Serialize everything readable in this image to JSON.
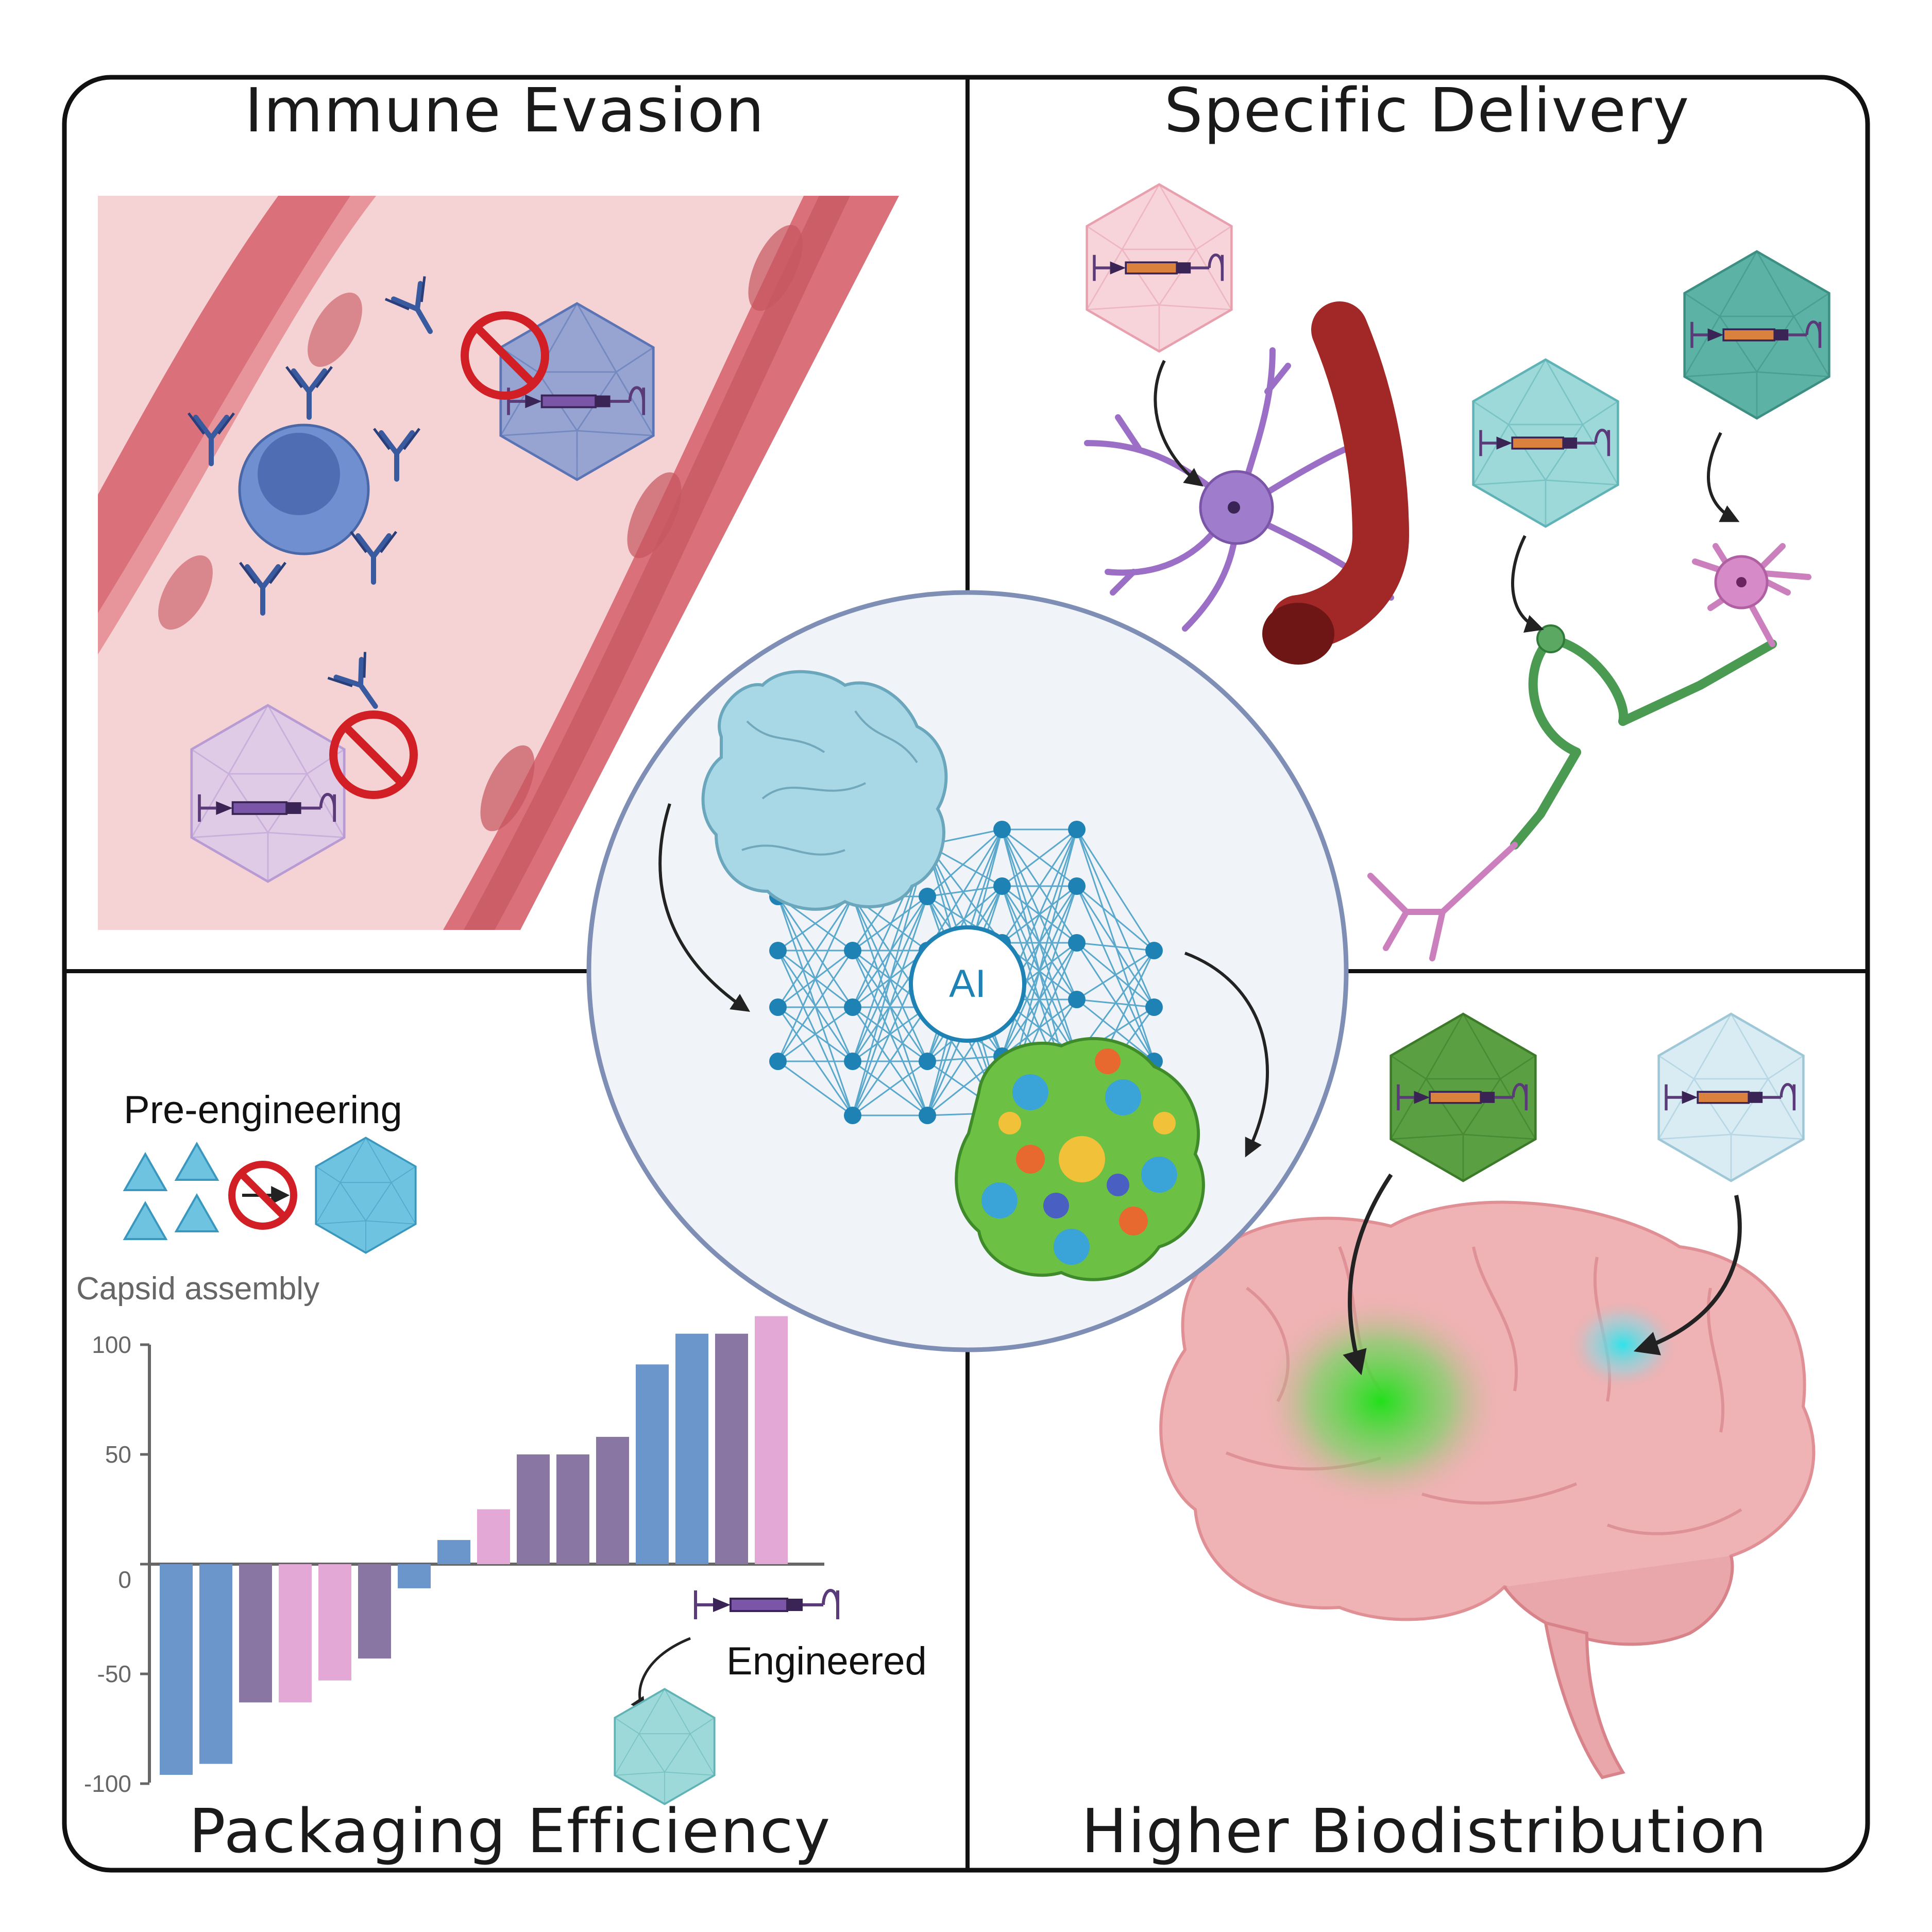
{
  "panels": {
    "top_left_title": "Immune Evasion",
    "top_right_title": "Specific Delivery",
    "bottom_left_title": "Packaging Efficiency",
    "bottom_right_title": "Higher Biodistribution"
  },
  "center": {
    "ai_label": "AI"
  },
  "packaging": {
    "pre_engineering_label": "Pre-engineering",
    "capsid_assembly_label": "Capsid assembly",
    "engineered_label": "Engineered"
  },
  "colors": {
    "blue": "#6b96cc",
    "purple": "#8a76a3",
    "pink": "#e3a8d5",
    "network": "#1f82b5",
    "vessel": "#d9707a"
  },
  "chart_data": {
    "type": "bar",
    "ylim": [
      -100,
      100
    ],
    "yticks": [
      "100",
      "50",
      "0",
      "-50",
      "-100"
    ],
    "values": [
      -96,
      -91,
      -63,
      -63,
      -53,
      -43,
      -11,
      11,
      25,
      50,
      50,
      58,
      91,
      105,
      105,
      113
    ],
    "bar_colors": [
      "blue",
      "blue",
      "purple",
      "pink",
      "pink",
      "purple",
      "blue",
      "blue",
      "pink",
      "purple",
      "purple",
      "purple",
      "blue",
      "blue",
      "purple",
      "pink"
    ]
  }
}
